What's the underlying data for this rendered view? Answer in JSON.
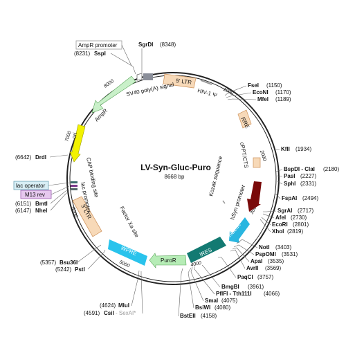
{
  "plasmid": {
    "name": "LV-Syn-Gluc-Puro",
    "size_label": "8668 bp",
    "total_bp": 8668
  },
  "colors": {
    "backbone": "#222222",
    "ltr": "#f7d9b8",
    "ltr_stroke": "#d29a66",
    "promoter": "#7a0a0a",
    "gluc": "#29b6e0",
    "ires": "#137a72",
    "puro": "#b6ecb6",
    "wpre": "#29c3ec",
    "ori": "#f2f200",
    "ampr": "#c9f0c9",
    "sv40": "#8a8e99",
    "lac_op": "#d8eef5",
    "m13": "#e6c8ee"
  },
  "ticks": [
    "1000",
    "2000",
    "3000",
    "4000",
    "5000",
    "6000",
    "7000",
    "8000"
  ],
  "features": {
    "ltr5": "5' LTR",
    "hiv_psi": "HIV-1 Ψ",
    "rre": "RRE",
    "cppt": "cPPT/CTS",
    "kozak": "Kozak sequence",
    "hsyn": "hSyn promoter",
    "gluc": "hGLuc",
    "ires": "IRES",
    "puror": "PuroR",
    "wpre": "WPRE",
    "factor_xa": "Factor Xa site",
    "ltr3": "3' LTR",
    "lac_promoter": "lac promoter",
    "cap_site": "CAP binding site",
    "ori": "ori",
    "ampr": "AmpR",
    "sv40": "SV40 poly(A) signal",
    "ampr_promoter": "AmpR promoter",
    "lac_operator": "lac operator",
    "m13_rev": "M13 rev"
  },
  "sites": [
    {
      "name": "SgrDI",
      "pos": "(8348)"
    },
    {
      "name": "SspI",
      "pos": "(8231)"
    },
    {
      "name": "FseI",
      "pos": "(1150)"
    },
    {
      "name": "EcoNI",
      "pos": "(1170)"
    },
    {
      "name": "MfeI",
      "pos": "(1189)"
    },
    {
      "name": "KflI",
      "pos": "(1934)"
    },
    {
      "name": "BspDI - ClaI",
      "pos": "(2180)"
    },
    {
      "name": "PasI",
      "pos": "(2227)"
    },
    {
      "name": "SphI",
      "pos": "(2331)"
    },
    {
      "name": "FspAI",
      "pos": "(2494)"
    },
    {
      "name": "SgrAI",
      "pos": "(2717)"
    },
    {
      "name": "AfeI",
      "pos": "(2730)"
    },
    {
      "name": "EcoRI",
      "pos": "(2801)"
    },
    {
      "name": "XhoI",
      "pos": "(2819)"
    },
    {
      "name": "NotI",
      "pos": "(3403)"
    },
    {
      "name": "PspOMI",
      "pos": "(3531)"
    },
    {
      "name": "ApaI",
      "pos": "(3535)"
    },
    {
      "name": "AvrII",
      "pos": "(3569)"
    },
    {
      "name": "PaqCI",
      "pos": "(3757)"
    },
    {
      "name": "BmgBI",
      "pos": "(3961)"
    },
    {
      "name": "PflFI - Tth111I",
      "pos": "(4066)"
    },
    {
      "name": "SmaI",
      "pos": "(4075)"
    },
    {
      "name": "BsiWI",
      "pos": "(4080)"
    },
    {
      "name": "BstEII",
      "pos": "(4158)"
    },
    {
      "name": "MluI",
      "pos": "(4624)"
    },
    {
      "name": "CsiI",
      "pos": "(4591)",
      "extra": " - SexAI*"
    },
    {
      "name": "PstI",
      "pos": "(5242)"
    },
    {
      "name": "Bsu36I",
      "pos": "(5357)"
    },
    {
      "name": "NheI",
      "pos": "(6147)"
    },
    {
      "name": "BmtI",
      "pos": "(6151)"
    },
    {
      "name": "DrdI",
      "pos": "(6642)"
    }
  ]
}
